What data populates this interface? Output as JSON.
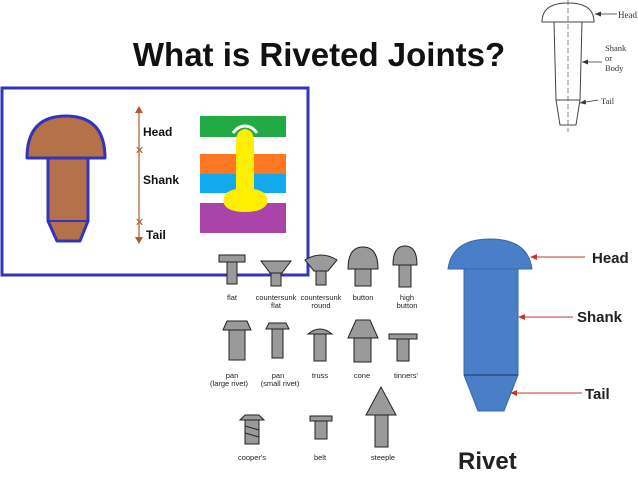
{
  "title": "What is Riveted Joints?",
  "top_diagram": {
    "labels": {
      "head": "Head",
      "shank": "Shank",
      "or": "or",
      "body": "Body",
      "tail": "Tail"
    }
  },
  "left_diagram": {
    "labels": {
      "head": "Head",
      "shank": "Shank",
      "tail": "Tail"
    },
    "colors": {
      "rivet": "#B5714A",
      "outline": "#3333BB",
      "arrow": "#B05A2A",
      "frame": "#3333BB"
    },
    "plates": {
      "top": "#22AA44",
      "middle1": "#FF7722",
      "middle2": "#11AAEE",
      "bottom": "#AA44AA",
      "rivet": "#FFEE00"
    }
  },
  "rivet_types": {
    "row1": [
      "flat",
      "countersunk flat",
      "countersunk round",
      "button",
      "high button"
    ],
    "row2": [
      "pan (large rivet)",
      "pan (small rivet)",
      "truss",
      "cone",
      "tinners'"
    ],
    "row3": [
      "cooper's",
      "belt",
      "steeple"
    ],
    "items": {
      "flat": "flat",
      "countersunk_flat_1": "countersunk",
      "countersunk_flat_2": "flat",
      "countersunk_round_1": "countersunk",
      "countersunk_round_2": "round",
      "button": "button",
      "high_button_1": "high",
      "high_button_2": "button",
      "pan_large_1": "pan",
      "pan_large_2": "(large rivet)",
      "pan_small_1": "pan",
      "pan_small_2": "(small rivet)",
      "truss": "truss",
      "cone": "cone",
      "tinners": "tinners'",
      "coopers": "cooper's",
      "belt": "belt",
      "steeple": "steeple"
    }
  },
  "right_diagram": {
    "labels": {
      "head": "Head",
      "shank": "Shank",
      "tail": "Tail",
      "caption": "Rivet"
    },
    "colors": {
      "rivet": "#4A7EC7",
      "arrow": "#C0392B"
    }
  }
}
